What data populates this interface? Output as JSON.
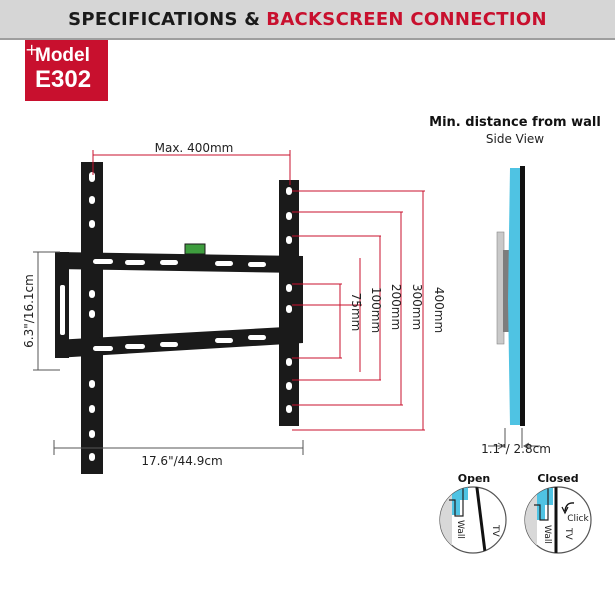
{
  "header": {
    "part1": "SPECIFICATIONS &",
    "part2": "BACKSCREEN CONNECTION"
  },
  "badge": {
    "model_label": "Model",
    "model_code": "E302",
    "plus": "+"
  },
  "dimensions": {
    "max_width": "Max. 400mm",
    "height": "6.3\"/16.1cm",
    "width": "17.6\"/44.9cm",
    "vesa_heights": [
      "75mm",
      "100mm",
      "200mm",
      "300mm",
      "400mm"
    ]
  },
  "side_view": {
    "title": "Min. distance from wall",
    "subtitle": "Side View",
    "distance": "1.1\"/ 2.8cm"
  },
  "lock": {
    "open_label": "Open",
    "closed_label": "Closed",
    "wall_label": "Wall",
    "tv_label": "TV",
    "click_label": "Click"
  },
  "colors": {
    "accent": "#c8102e",
    "bracket": "#1a1a1a",
    "screen_blue": "#4fc3e3",
    "header_bg": "#d6d6d6"
  }
}
